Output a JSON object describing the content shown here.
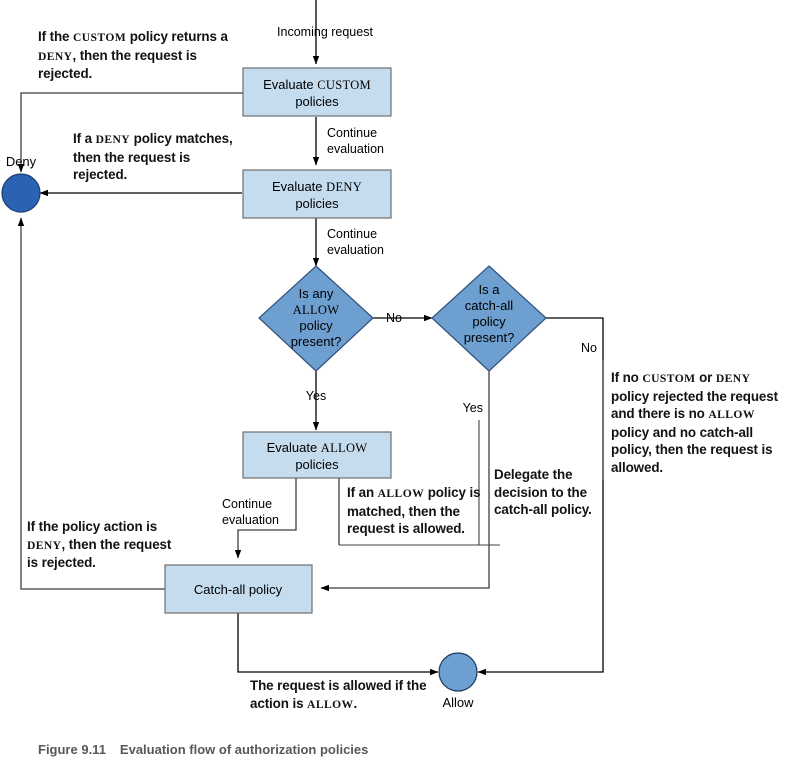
{
  "figure": {
    "number": "Figure 9.11",
    "title": "Evaluation flow of authorization policies"
  },
  "colors": {
    "process_fill": "#c4dcee",
    "process_stroke": "#6d6d6d",
    "decision_fill": "#6d9fd0",
    "decision_stroke": "#31517a",
    "deny_fill": "#2b62b1",
    "deny_stroke": "#1c3f75",
    "allow_fill": "#6d9fd0",
    "allow_stroke": "#1f3a5c",
    "edge": "#000000",
    "annotation_text": "#121212",
    "caption_text": "#58585a"
  },
  "nodes": {
    "incoming": {
      "label": "Incoming request",
      "type": "edge-label"
    },
    "custom_box": {
      "type": "process",
      "line1_prefix": "Evaluate ",
      "line1_keyword": "CUSTOM",
      "line2": "policies"
    },
    "deny_box": {
      "type": "process",
      "line1_prefix": "Evaluate ",
      "line1_keyword": "DENY",
      "line2": "policies"
    },
    "allow_box": {
      "type": "process",
      "line1_prefix": "Evaluate ",
      "line1_keyword": "ALLOW",
      "line2": "policies"
    },
    "catchall_box": {
      "type": "process",
      "label": "Catch-all policy"
    },
    "allow_decision": {
      "type": "decision",
      "line1": "Is any",
      "line2_keyword": "ALLOW",
      "line3": "policy",
      "line4": "present?"
    },
    "catchall_decision": {
      "type": "decision",
      "line1": "Is a",
      "line2": "catch-all",
      "line3": "policy",
      "line4": "present?"
    },
    "deny_terminal": {
      "type": "terminal",
      "label": "Deny"
    },
    "allow_terminal": {
      "type": "terminal",
      "label": "Allow"
    }
  },
  "edge_labels": {
    "continue_1_line1": "Continue",
    "continue_1_line2": "evaluation",
    "continue_2_line1": "Continue",
    "continue_2_line2": "evaluation",
    "continue_3_line1": "Continue",
    "continue_3_line2": "evaluation",
    "no_1": "No",
    "no_2": "No",
    "yes_1": "Yes",
    "yes_2": "Yes"
  },
  "annotations": {
    "custom_deny": {
      "html": "If the <span class=\"sc\">CUSTOM</span> policy returns a <span class=\"sc\">DENY</span>, then the request is rejected."
    },
    "deny_match": {
      "html": "If a <span class=\"sc\">DENY</span> policy matches, then the request is rejected."
    },
    "no_custom_or_deny": {
      "html": "If no <span class=\"sc\">CUSTOM</span> or <span class=\"sc\">DENY</span> policy rejected the request and there is no <span class=\"sc\">ALLOW</span> policy and no catch-all policy, then the request is allowed."
    },
    "allow_matched": {
      "html": "If an <span class=\"sc\">ALLOW</span> policy is matched, then the request is allowed."
    },
    "delegate": {
      "html": "Delegate the decision to the catch-all policy."
    },
    "policy_action_deny": {
      "html": "If the policy action is <span class=\"sc\">DENY</span>, then the request is rejected."
    },
    "request_allowed": {
      "html": "The request is allowed if the action is <span class=\"sc\">ALLOW</span>."
    }
  }
}
